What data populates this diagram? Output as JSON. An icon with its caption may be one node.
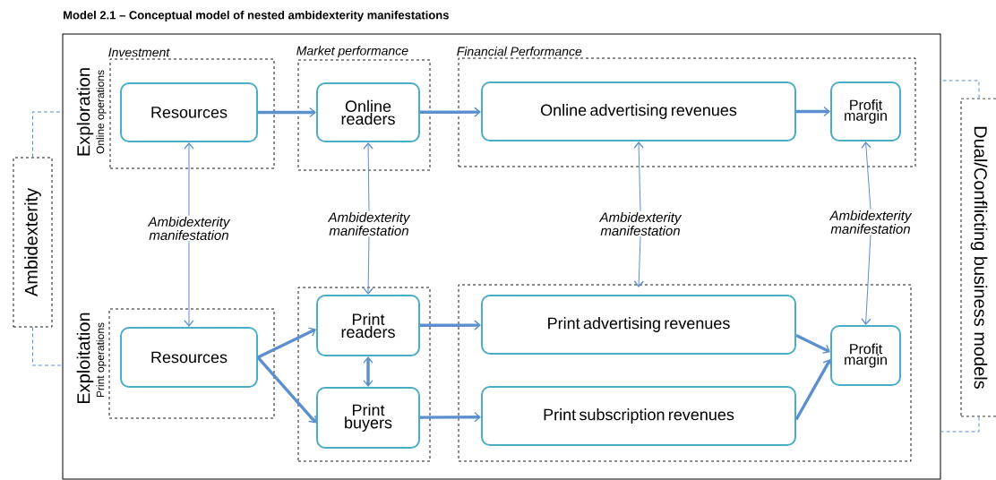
{
  "diagram": {
    "title": "Model 2.1 – Conceptual model of nested ambidexterity manifestations",
    "nodes": [
      {
        "text": [],
        "shape": "box"
      },
      {
        "text": [
          "Investment"
        ],
        "in": 0
      },
      {
        "text": [
          "Resources"
        ],
        "in": 1
      },
      {
        "text": [
          "Market performance"
        ],
        "in": 0
      },
      {
        "text": [
          "Online readers"
        ],
        "in": 3
      },
      {
        "text": [
          "Financial Performance"
        ],
        "in": 0
      },
      {
        "text": [
          "Online advertising revenues"
        ],
        "in": 5
      },
      {
        "text": [
          "Profit margin"
        ],
        "in": 5
      },
      {
        "text": [],
        "shape": "box",
        "in": 0
      },
      {
        "text": [
          "Resources"
        ],
        "in": 8
      },
      {
        "text": [],
        "shape": "box",
        "in": 0
      },
      {
        "text": [
          "Print readers"
        ],
        "in": 10
      },
      {
        "text": [
          "Print buyers"
        ],
        "in": 10
      },
      {
        "text": [],
        "shape": "box",
        "in": 0
      },
      {
        "text": [
          "Print advertising revenues"
        ],
        "in": 13
      },
      {
        "text": [
          "Print subscription revenues"
        ],
        "in": 13
      },
      {
        "text": [
          "Profit margin"
        ],
        "in": 13
      },
      {
        "text": [
          "Ambidexterity manifestation"
        ],
        "in": 0
      },
      {
        "text": [
          "Ambidexterity manifestation"
        ],
        "in": 0
      },
      {
        "text": [
          "Ambidexterity manifestation"
        ],
        "in": 0
      },
      {
        "text": [
          "Ambidexterity manifestation"
        ],
        "in": 0
      },
      {
        "text": [
          "Ambidexterity"
        ]
      },
      {
        "text": [
          "Dual/Conflicting business models"
        ]
      }
    ],
    "edges": [
      {
        "from": 2,
        "to": 4,
        "arrow": "to",
        "style": "thick"
      },
      {
        "from": 4,
        "to": 6,
        "arrow": "to",
        "style": "thick"
      },
      {
        "from": 6,
        "to": 7,
        "arrow": "to",
        "style": "thick"
      },
      {
        "from": 17,
        "to": 2,
        "arrow": "to"
      },
      {
        "from": 17,
        "to": 9,
        "arrow": "to"
      },
      {
        "from": 18,
        "to": 4,
        "arrow": "to"
      },
      {
        "from": 18,
        "to": 11,
        "arrow": "to"
      },
      {
        "from": 19,
        "to": 6,
        "arrow": "to"
      },
      {
        "from": 19,
        "to": 14,
        "arrow": "to"
      },
      {
        "from": 20,
        "to": 7,
        "arrow": "to"
      },
      {
        "from": 20,
        "to": 16,
        "arrow": "to"
      },
      {
        "from": 9,
        "to": 11,
        "arrow": "to",
        "style": "thick"
      },
      {
        "from": 9,
        "to": 12,
        "arrow": "to",
        "style": "thick"
      },
      {
        "from": 11,
        "to": 12,
        "arrow": "both",
        "style": "thick"
      },
      {
        "from": 11,
        "to": 14,
        "arrow": "to",
        "style": "thick"
      },
      {
        "from": 12,
        "to": 15,
        "arrow": "to",
        "style": "thick"
      },
      {
        "from": 14,
        "to": 16,
        "arrow": "to",
        "style": "thick"
      },
      {
        "from": 15,
        "to": 16,
        "arrow": "to",
        "style": "thick"
      },
      {
        "from": 21,
        "to": 0,
        "arrow": "none",
        "style": "dashed"
      },
      {
        "from": 21,
        "to": 0,
        "arrow": "none",
        "style": "dashed"
      },
      {
        "from": 22,
        "to": 0,
        "arrow": "none",
        "style": "dashed"
      },
      {
        "from": 22,
        "to": 0,
        "arrow": "none",
        "style": "dashed"
      }
    ],
    "labels": [
      "Exploration",
      "Online operations",
      "Exploitation",
      "Print operations"
    ]
  }
}
